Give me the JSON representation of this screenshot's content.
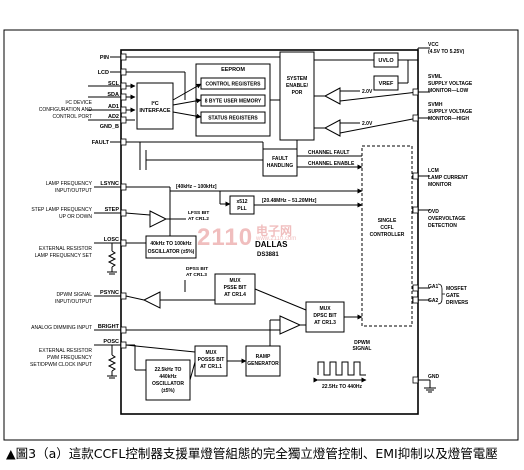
{
  "watermark": {
    "main": "2110",
    "sub": "电子网",
    "url": "www.2110.com"
  },
  "caption": "▲圖3（a）這款CCFL控制器支援單燈管組態的完全獨立燈管控制、EMI抑制以及燈管電壓",
  "chip": {
    "logo": "DALLAS",
    "part": "DS3881"
  },
  "pins_left": {
    "sda": "SDA",
    "scl": "SCL",
    "lcd": "LCD",
    "ad1": "AD1",
    "ad2": "AD2",
    "gnd_b": "GND_B",
    "pin": "PIN",
    "fault": "FAULT",
    "lsync": "LSYNC",
    "step": "STEP",
    "losc": "LOSC",
    "psync": "PSYNC",
    "bright": "BRIGHT",
    "posc": "POSC"
  },
  "pins_right": {
    "vcc": "VCC",
    "vcc_range": "(4.5V TO 5.25V)",
    "ga1": "GA1",
    "ga2": "GA2",
    "gnd": "GND"
  },
  "labels_left": {
    "i2c": [
      "I²C DEVICE",
      "CONFIGURATION AND",
      "CONTROL PORT"
    ],
    "lamp_freq": [
      "LAMP FREQUENCY",
      "INPUT/OUTPUT"
    ],
    "step_freq": [
      "STEP LAMP FREQUENCY",
      "UP OR DOWN"
    ],
    "ext_res_lamp": [
      "EXTERNAL RESISTOR",
      "LAMP FREQUENCY SET"
    ],
    "dpwm_sync": [
      "DPWM SIGNAL",
      "INPUT/OUTPUT"
    ],
    "analog": [
      "ANALOG DIMMING INPUT"
    ],
    "ext_res_pwm": [
      "EXTERNAL RESISTOR",
      "PWM FREQUENCY",
      "SET/DPWM CLOCK INPUT"
    ]
  },
  "labels_right": {
    "svml": [
      "SVML",
      "SUPPLY VOLTAGE",
      "MONITOR—LOW"
    ],
    "svmh": [
      "SVMH",
      "SUPPLY VOLTAGE",
      "MONITOR—HIGH"
    ],
    "lcm": [
      "LCM",
      "LAMP CURRENT",
      "MONITOR"
    ],
    "ovd": [
      "OVD",
      "OVERVOLTAGE",
      "DETECTION"
    ],
    "mosfet": [
      "MOSFET",
      "GATE",
      "DRIVERS"
    ]
  },
  "blocks": {
    "eeprom": "EEPROM",
    "control_registers": "CONTROL REGISTERS",
    "user_memory": "8 BYTE USER MEMORY",
    "status_registers": "STATUS REGISTERS",
    "i2c_interface": [
      "I²C",
      "INTERFACE"
    ],
    "system_enable": [
      "SYSTEM",
      "ENABLE/",
      "POR"
    ],
    "uvlo": "UVLO",
    "vref": "VREF",
    "v2_0": "2.0V",
    "v2_0b": "2.0V",
    "fault_handling": [
      "FAULT",
      "HANDLING"
    ],
    "channel_fault": "CHANNEL FAULT",
    "channel_enable": "CHANNEL ENABLE",
    "lfss": [
      "LFSS BIT",
      "AT CR1.2"
    ],
    "freq_bus": "[40kHz – 100kHz]",
    "x512_pll": [
      "x512",
      "PLL"
    ],
    "pll_range": "[20.48MHz – 51.20MHz]",
    "osc_40k": [
      "40kHz TO 100kHz",
      "OSCILLATOR (±5%)"
    ],
    "dpss": [
      "DPSS BIT",
      "AT CR1.3"
    ],
    "mux_psse": [
      "MUX",
      "PSSE BIT",
      "AT CR1.4"
    ],
    "mux_dpsc": [
      "MUX",
      "DPSC BIT",
      "AT CR1.3"
    ],
    "osc_22k": [
      "22.5kHz TO",
      "440kHz",
      "OSCILLATOR",
      "(±5%)"
    ],
    "mux_posss": [
      "MUX",
      "POSSS BIT",
      "AT CR1.1"
    ],
    "ramp_gen": [
      "RAMP",
      "GENERATOR"
    ],
    "controller": [
      "SINGLE",
      "CCFL",
      "CONTROLLER"
    ],
    "dpwm_signal": [
      "DPWM",
      "SIGNAL"
    ],
    "dpwm_range": "22.5Hz TO 440Hz"
  }
}
